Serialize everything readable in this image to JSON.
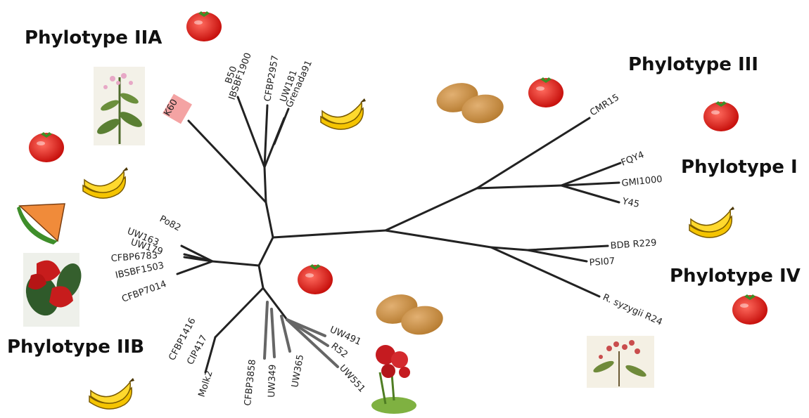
{
  "groups": {
    "phylotype_iia": "Phylotype IIA",
    "phylotype_iii": "Phylotype III",
    "phylotype_i": "Phylotype I",
    "phylotype_iv": "Phylotype IV",
    "phylotype_iib": "Phylotype IIB"
  },
  "strains": {
    "k60": "K60",
    "ibsbf1900": "IBSBF1900",
    "b50": "B50",
    "cfbp2957": "CFBP2957",
    "uw181": "UW181",
    "grenada91": "Grenada91",
    "po82": "Po82",
    "uw163": "UW163",
    "uw179": "UW179",
    "cfbp6783": "CFBP6783",
    "ibsbf1503": "IBSBF1503",
    "cfbp7014": "CFBP7014",
    "cfbp1416": "CFBP1416",
    "cip417": "CIP417",
    "molk2": "Molk2",
    "cfbp3858": "CFBP3858",
    "uw349": "UW349",
    "uw365": "UW365",
    "uw491": "UW491",
    "r52": "R52",
    "uw551": "UW551",
    "cmr15": "CMR15",
    "fqy4": "FQY4",
    "gmi1000": "GMI1000",
    "y45": "Y45",
    "bdb_r229": "BDB R229",
    "psi07": "PSI07",
    "r_syzygii_r24": "R. syzygii R24"
  },
  "colors": {
    "k60_highlight": "#f4a3a3",
    "tomato": "#e0231f",
    "banana": "#f5c400",
    "potato": "#c98a3c"
  },
  "host_icons": [
    "tomato-icon",
    "banana-icon",
    "potato-icon",
    "tobacco-plant-icon",
    "melon-icon",
    "anthurium-icon",
    "geranium-icon",
    "clove-plant-icon"
  ]
}
